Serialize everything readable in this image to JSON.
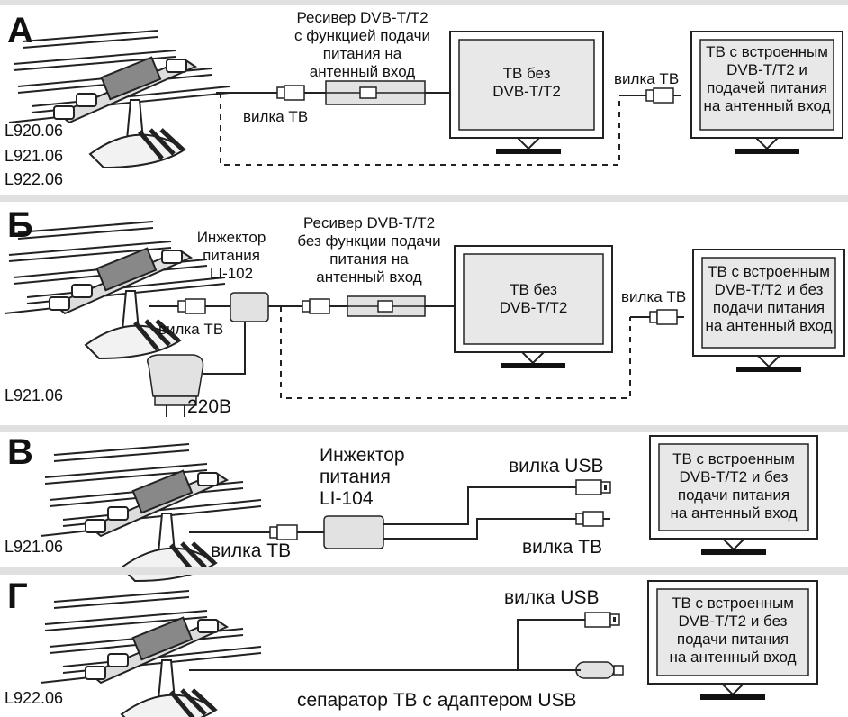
{
  "sections": [
    {
      "letter": "А",
      "models": [
        "L920.06",
        "L921.06",
        "L922.06"
      ],
      "receiver": "Ресивер DVB-T/T2\nс функцией подачи\nпитания на\nантенный  вход",
      "plug_tv": "вилка ТВ",
      "plug_tv2": "вилка ТВ",
      "tv1": "ТВ без\nDVB-T/T2",
      "tv2": "ТВ  с встроенным\nDVB-T/T2 и\nподачей питания\nна антенный вход"
    },
    {
      "letter": "Б",
      "models": [
        "L921.06"
      ],
      "injector": "Инжектор\nпитания\nLI-102",
      "receiver": "Ресивер DVB-T/T2\nбез функции подачи\nпитания на\nантенный  вход",
      "plug_tv": "вилка ТВ",
      "plug_tv2": "вилка ТВ",
      "mains": "220В",
      "tv1": "ТВ без\nDVB-T/T2",
      "tv2": "ТВ  с встроенным\nDVB-T/T2 и без\nподачи питания\nна антенный вход"
    },
    {
      "letter": "В",
      "models": [
        "L921.06"
      ],
      "injector": "Инжектор\nпитания\nLI-104",
      "plug_usb": "вилка USB",
      "plug_tv": "вилка ТВ",
      "plug_tv2": "вилка ТВ",
      "tv2": "ТВ  с встроенным\nDVB-T/T2 и без\nподачи питания\nна антенный вход"
    },
    {
      "letter": "Г",
      "models": [
        "L922.06"
      ],
      "plug_usb": "вилка USB",
      "separator": "сепаратор ТВ с адаптером USB",
      "tv2": "ТВ  с встроенным\nDVB-T/T2 и без\nподачи питания\nна антенный вход"
    }
  ]
}
